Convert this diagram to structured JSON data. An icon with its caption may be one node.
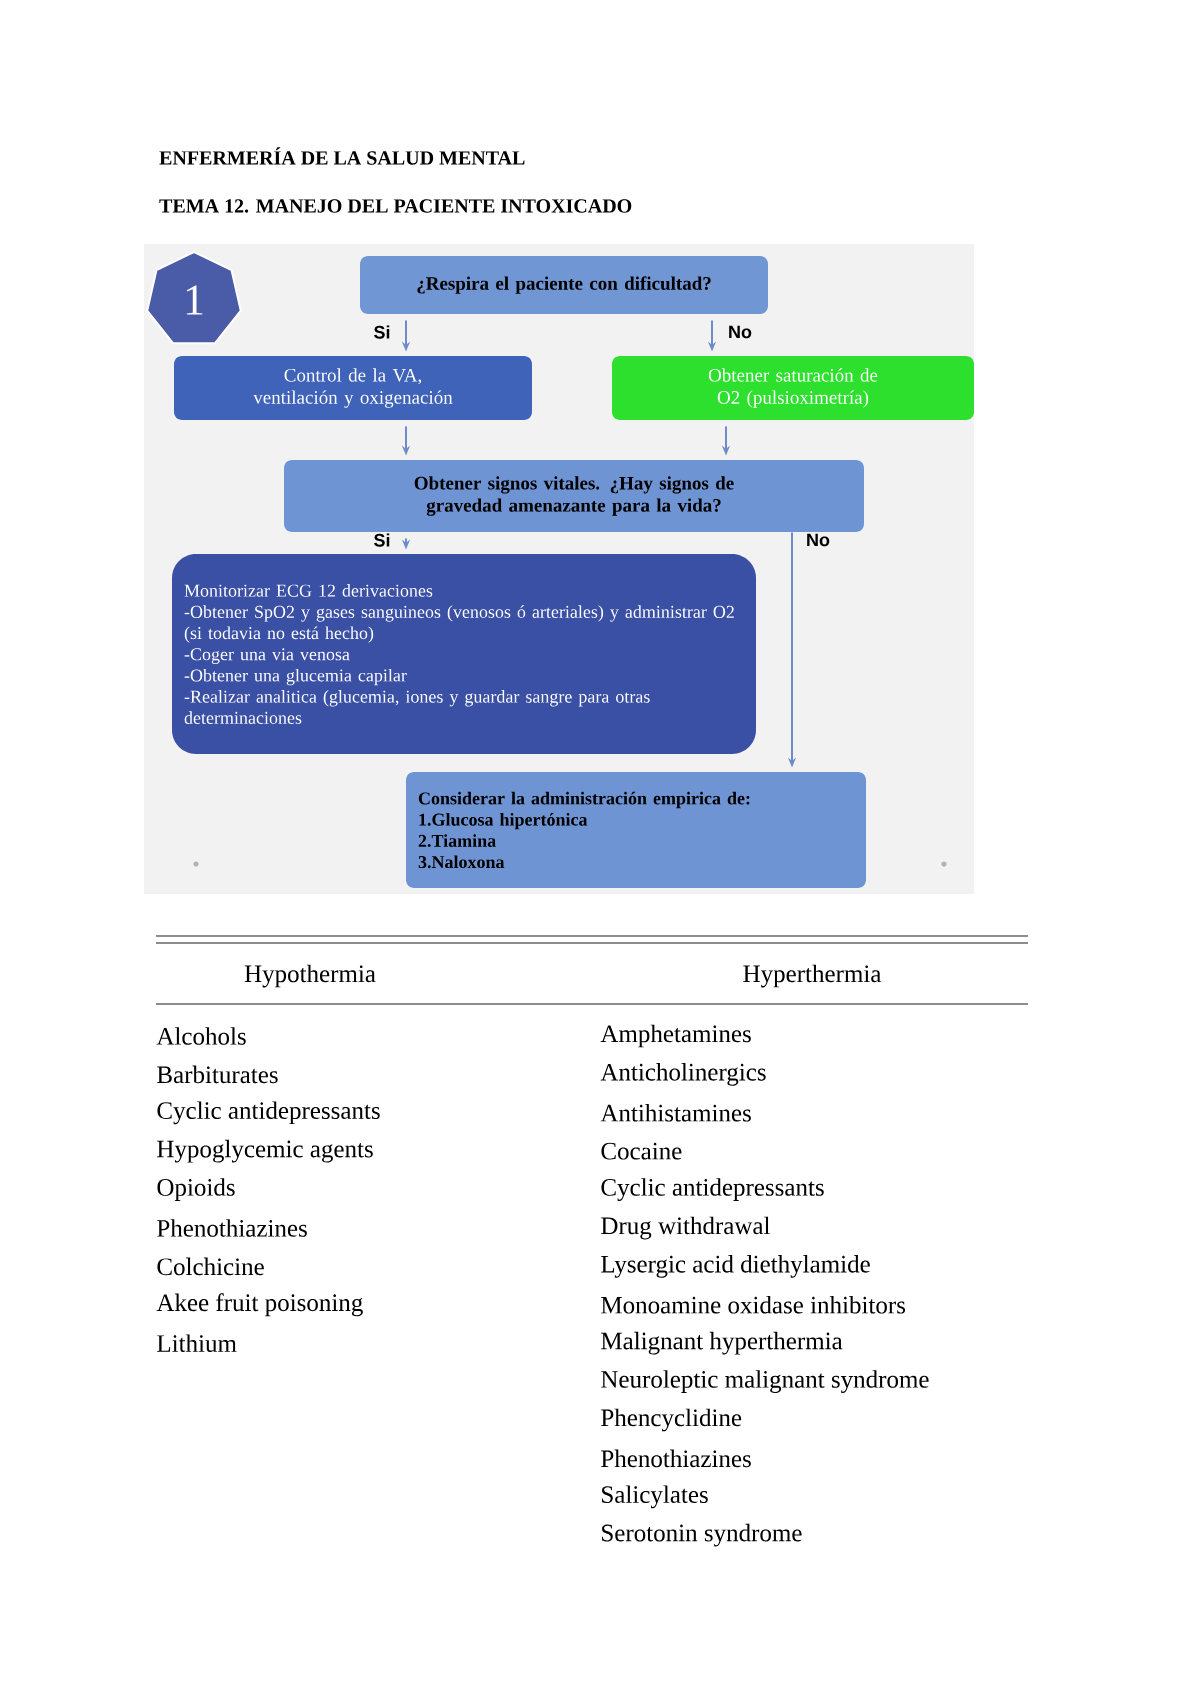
{
  "diagram": {
    "title": "ENFERMERÍA DE LA SALUD MENTAL",
    "nodes": [
      {
        "text": [
          "1"
        ]
      },
      {
        "text": [
          "¿Respira el paciente con dificultad?"
        ]
      },
      {
        "text": [
          "Control de la VA, ventilación y oxigenación"
        ]
      },
      {
        "text": [
          "Obtener saturación de O2 (pulsioximetría)"
        ]
      },
      {
        "text": [
          "Obtener signos vitales. ¿Hay signos de gravedad amenazante para la vida?"
        ]
      },
      {
        "text": [
          "Monitorizar ECG 12 derivaciones",
          "-Obtener SpO2 y gases sanguineos (venosos ó arteriales) y administrar O2 (si todavia no está hecho)",
          "-Coger una via venosa",
          "-Obtener una glucemia capilar",
          "-Realizar analitica (glucemia, iones y guardar sangre para otras determinaciones"
        ]
      },
      {
        "text": [
          "Considerar la administración empirica de:",
          "1.Glucosa hipertónica",
          "2.Tiamina",
          "3.Naloxona"
        ]
      }
    ],
    "edges": [
      {
        "from": 1,
        "to": 2,
        "arrow": "to",
        "label": "Si"
      },
      {
        "from": 1,
        "to": 3,
        "arrow": "to",
        "label": "No"
      },
      {
        "from": 2,
        "to": 4,
        "arrow": "to"
      },
      {
        "from": 3,
        "to": 4,
        "arrow": "to"
      },
      {
        "from": 4,
        "to": 5,
        "arrow": "to",
        "label": "Si"
      },
      {
        "from": 4,
        "to": 6,
        "arrow": "to",
        "label": "No"
      }
    ],
    "labels": [
      "TEMA 12. MANEJO DEL PACIENTE INTOXICADO",
      "Hypothermia",
      "Hyperthermia",
      "Alcohols",
      "Amphetamines",
      "Barbiturates",
      "Anticholinergics",
      "Cyclic antidepressants",
      "Antihistamines",
      "Hypoglycemic agents",
      "Cocaine",
      "Opioids",
      "Cyclic antidepressants",
      "Phenothiazines",
      "Drug withdrawal",
      "Colchicine",
      "Lysergic acid diethylamide",
      "Akee fruit poisoning",
      "Monoamine oxidase inhibitors",
      "Lithium",
      "Malignant hyperthermia",
      "Neuroleptic malignant syndrome",
      "Phencyclidine",
      "Phenothiazines",
      "Salicylates",
      "Serotonin syndrome"
    ]
  }
}
